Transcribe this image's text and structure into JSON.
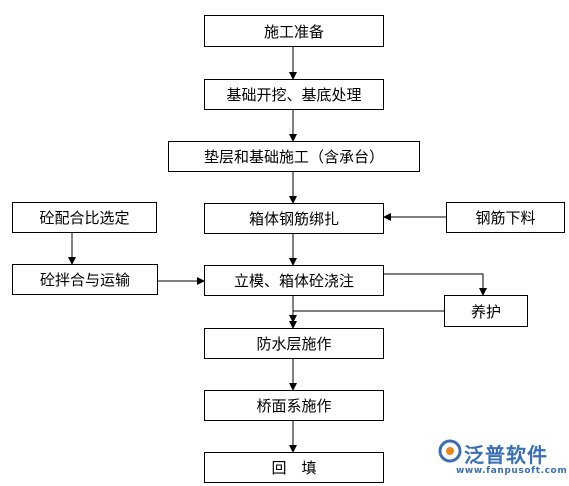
{
  "flowchart": {
    "steps": {
      "prepare": "施工准备",
      "excavation": "基础开挖、基底处理",
      "cushion": "垫层和基础施工（含承台）",
      "rebar_binding": "箱体钢筋绑扎",
      "formwork_pour": "立模、箱体砼浇注",
      "waterproof": "防水层施作",
      "deck": "桥面系施作",
      "backfill": "回　填"
    },
    "side": {
      "mix_selection": "砼配合比选定",
      "mixing_transport": "砼拌合与运输",
      "rebar_cutting": "钢筋下料",
      "curing": "养护"
    }
  },
  "logo": {
    "name": "泛普软件",
    "url": "www.fanpusoft.com"
  },
  "colors": {
    "line": "#000000",
    "brand_blue": "#3a6fb5",
    "brand_orange": "#e8871e"
  }
}
